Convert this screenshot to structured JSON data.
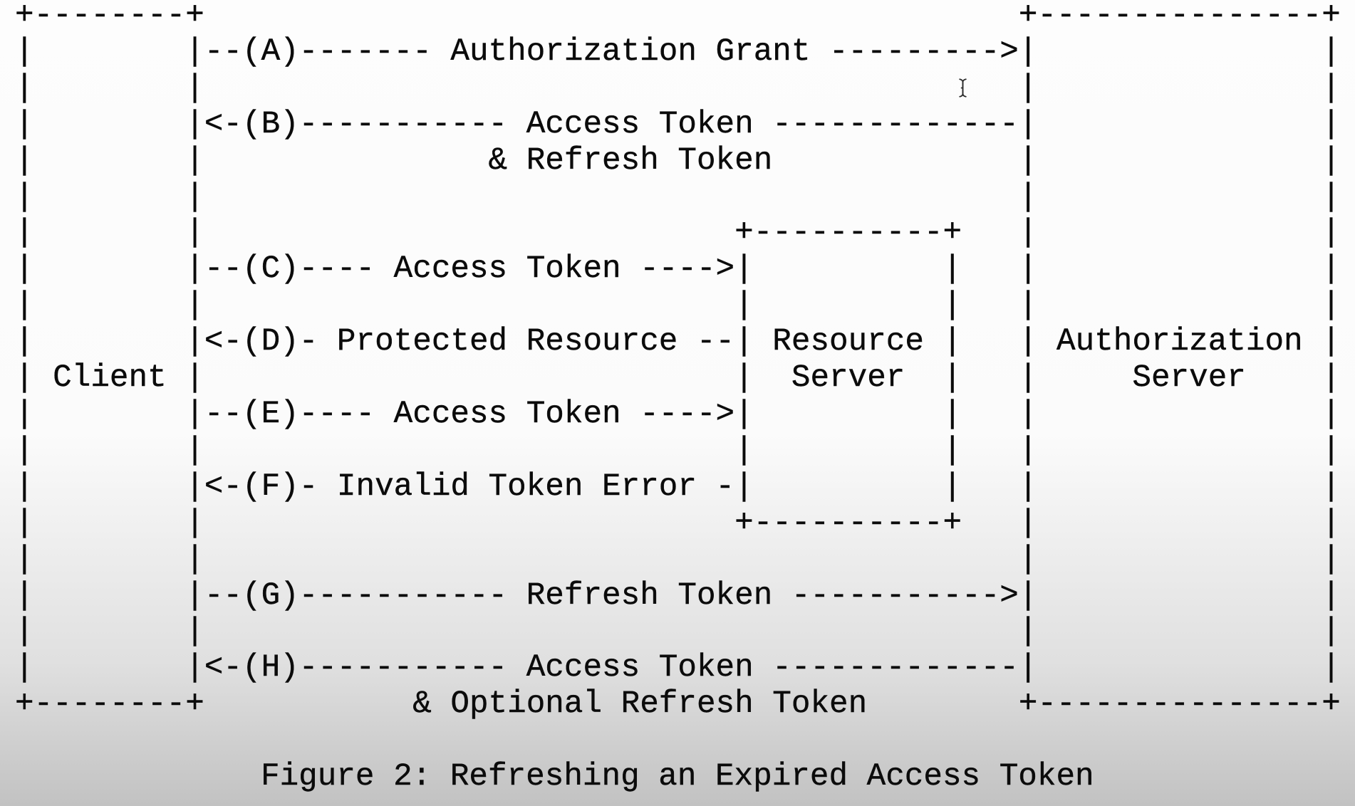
{
  "figure": {
    "caption": "Figure 2: Refreshing an Expired Access Token",
    "entities": [
      "Client",
      "Resource Server",
      "Authorization Server"
    ],
    "flow_steps": [
      {
        "id": "A",
        "direction": "client-to-authorization-server",
        "label": "Authorization Grant"
      },
      {
        "id": "B",
        "direction": "authorization-server-to-client",
        "label": "Access Token & Refresh Token"
      },
      {
        "id": "C",
        "direction": "client-to-resource-server",
        "label": "Access Token"
      },
      {
        "id": "D",
        "direction": "resource-server-to-client",
        "label": "Protected Resource"
      },
      {
        "id": "E",
        "direction": "client-to-resource-server",
        "label": "Access Token"
      },
      {
        "id": "F",
        "direction": "resource-server-to-client",
        "label": "Invalid Token Error"
      },
      {
        "id": "G",
        "direction": "client-to-authorization-server",
        "label": "Refresh Token"
      },
      {
        "id": "H",
        "direction": "authorization-server-to-client",
        "label": "Access Token & Optional Refresh Token"
      }
    ],
    "ascii_lines": [
      "+--------+                                           +---------------+",
      "|        |--(A)------- Authorization Grant --------->|               |",
      "|        |                                           |               |",
      "|        |<-(B)----------- Access Token -------------|               |",
      "|        |               & Refresh Token             |               |",
      "|        |                                           |               |",
      "|        |                            +----------+   |               |",
      "|        |--(C)---- Access Token ---->|          |   |               |",
      "|        |                            |          |   |               |",
      "|        |<-(D)- Protected Resource --| Resource |   | Authorization |",
      "| Client |                            |  Server  |   |     Server    |",
      "|        |--(E)---- Access Token ---->|          |   |               |",
      "|        |                            |          |   |               |",
      "|        |<-(F)- Invalid Token Error -|          |   |               |",
      "|        |                            +----------+   |               |",
      "|        |                                           |               |",
      "|        |--(G)----------- Refresh Token ----------->|               |",
      "|        |                                           |               |",
      "|        |<-(H)----------- Access Token -------------|               |",
      "+--------+           & Optional Refresh Token        +---------------+"
    ]
  },
  "cursor": {
    "icon": "ibeam-text-cursor"
  },
  "colors": {
    "text": "#0b0b0b",
    "background_top": "#fdfdfd",
    "background_bottom": "#c2c2c2"
  }
}
